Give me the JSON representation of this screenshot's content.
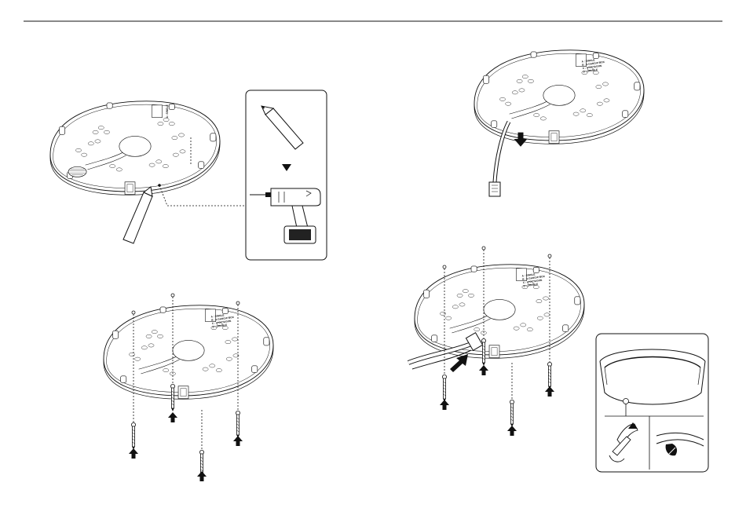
{
  "plate": {
    "side_labels": [
      "A : SINGLE",
      "B : 2-GANG/4\"BOX",
      "C : 4\"OCTAGON",
      "D : DOUBLE"
    ],
    "hole_labels": [
      "A",
      "A",
      "B",
      "B",
      "C",
      "C",
      "D",
      "D"
    ]
  },
  "icons": {
    "step1": [
      "mounting-plate-icon",
      "pencil-icon",
      "drill-icon",
      "arrow-down-icon"
    ],
    "step2": [
      "mounting-plate-icon",
      "cable-icon",
      "arrow-down-icon"
    ],
    "step3": [
      "mounting-plate-icon",
      "screw-icon",
      "arrow-up-icon"
    ],
    "step4": [
      "mounting-plate-icon",
      "cable-icon",
      "screw-icon",
      "arrow-up-icon"
    ],
    "inset": [
      "ring-icon",
      "pliers-icon",
      "cut-notch-icon"
    ]
  }
}
